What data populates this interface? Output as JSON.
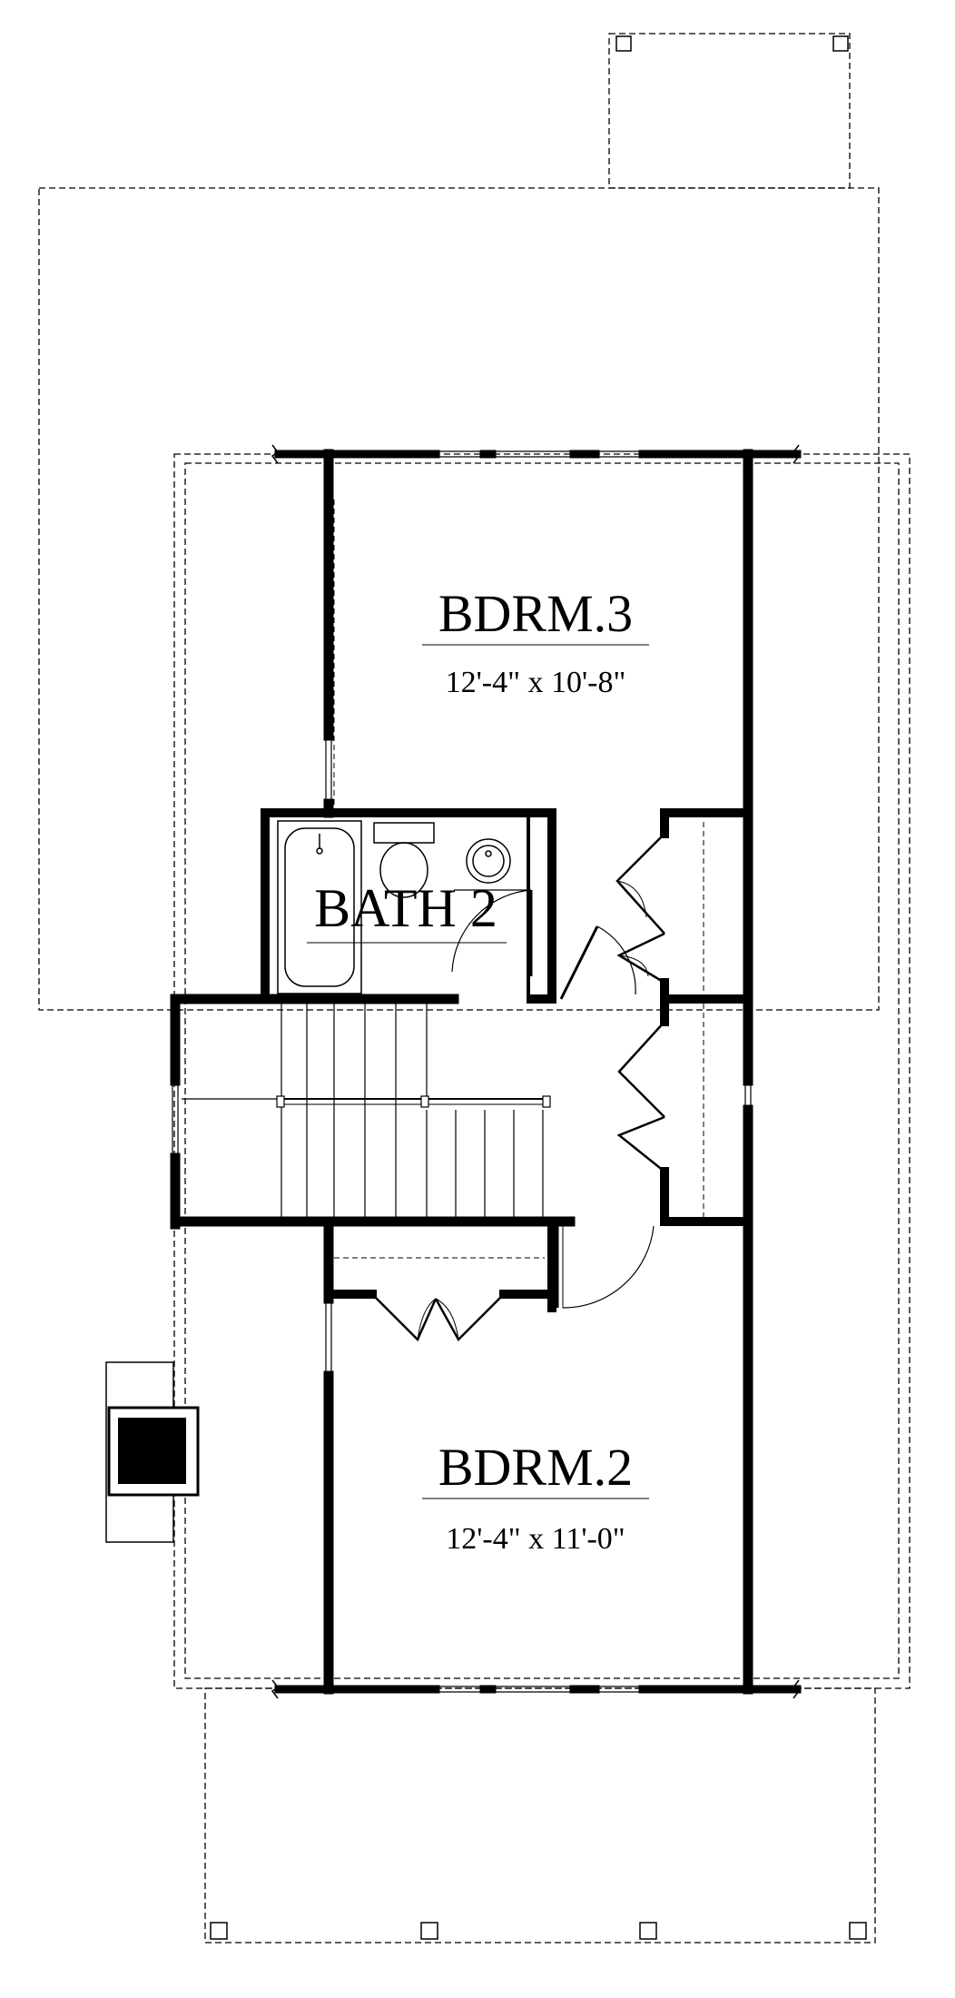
{
  "plan": {
    "rooms": [
      {
        "id": "bdrm3",
        "name": "BDRM.3",
        "dimensions": "12'-4\" x 10'-8\""
      },
      {
        "id": "bath2",
        "name": "BATH 2",
        "dimensions": ""
      },
      {
        "id": "bdrm2",
        "name": "BDRM.2",
        "dimensions": "12'-4\" x 11'-0\""
      }
    ],
    "colors": {
      "wall": "#000000",
      "outline": "#000000",
      "background": "#ffffff"
    }
  }
}
